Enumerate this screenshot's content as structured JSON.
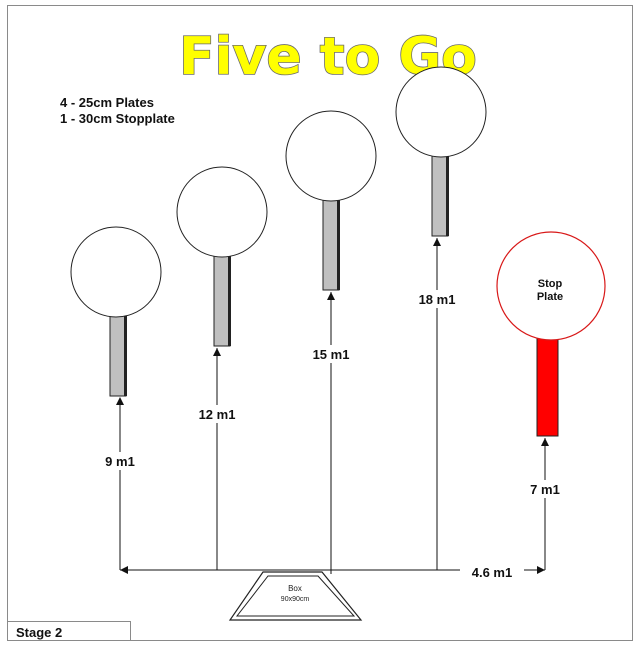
{
  "title": "Five to Go",
  "notes": [
    "4 - 25cm Plates",
    "1 - 30cm Stopplate"
  ],
  "distances": {
    "d1": "9 m1",
    "d2": "12 m1",
    "d3": "15 m1",
    "d4": "18 m1",
    "d5": "7 m1",
    "lateral": "4.6 m1"
  },
  "stop_plate": {
    "line1": "Stop",
    "line2": "Plate"
  },
  "box": {
    "line1": "Box",
    "line2": "90x90cm"
  },
  "stage": "Stage 2",
  "colors": {
    "title_fill": "#ffff00",
    "stop_red": "#ff0000",
    "post_gray": "#c0c0c0"
  }
}
